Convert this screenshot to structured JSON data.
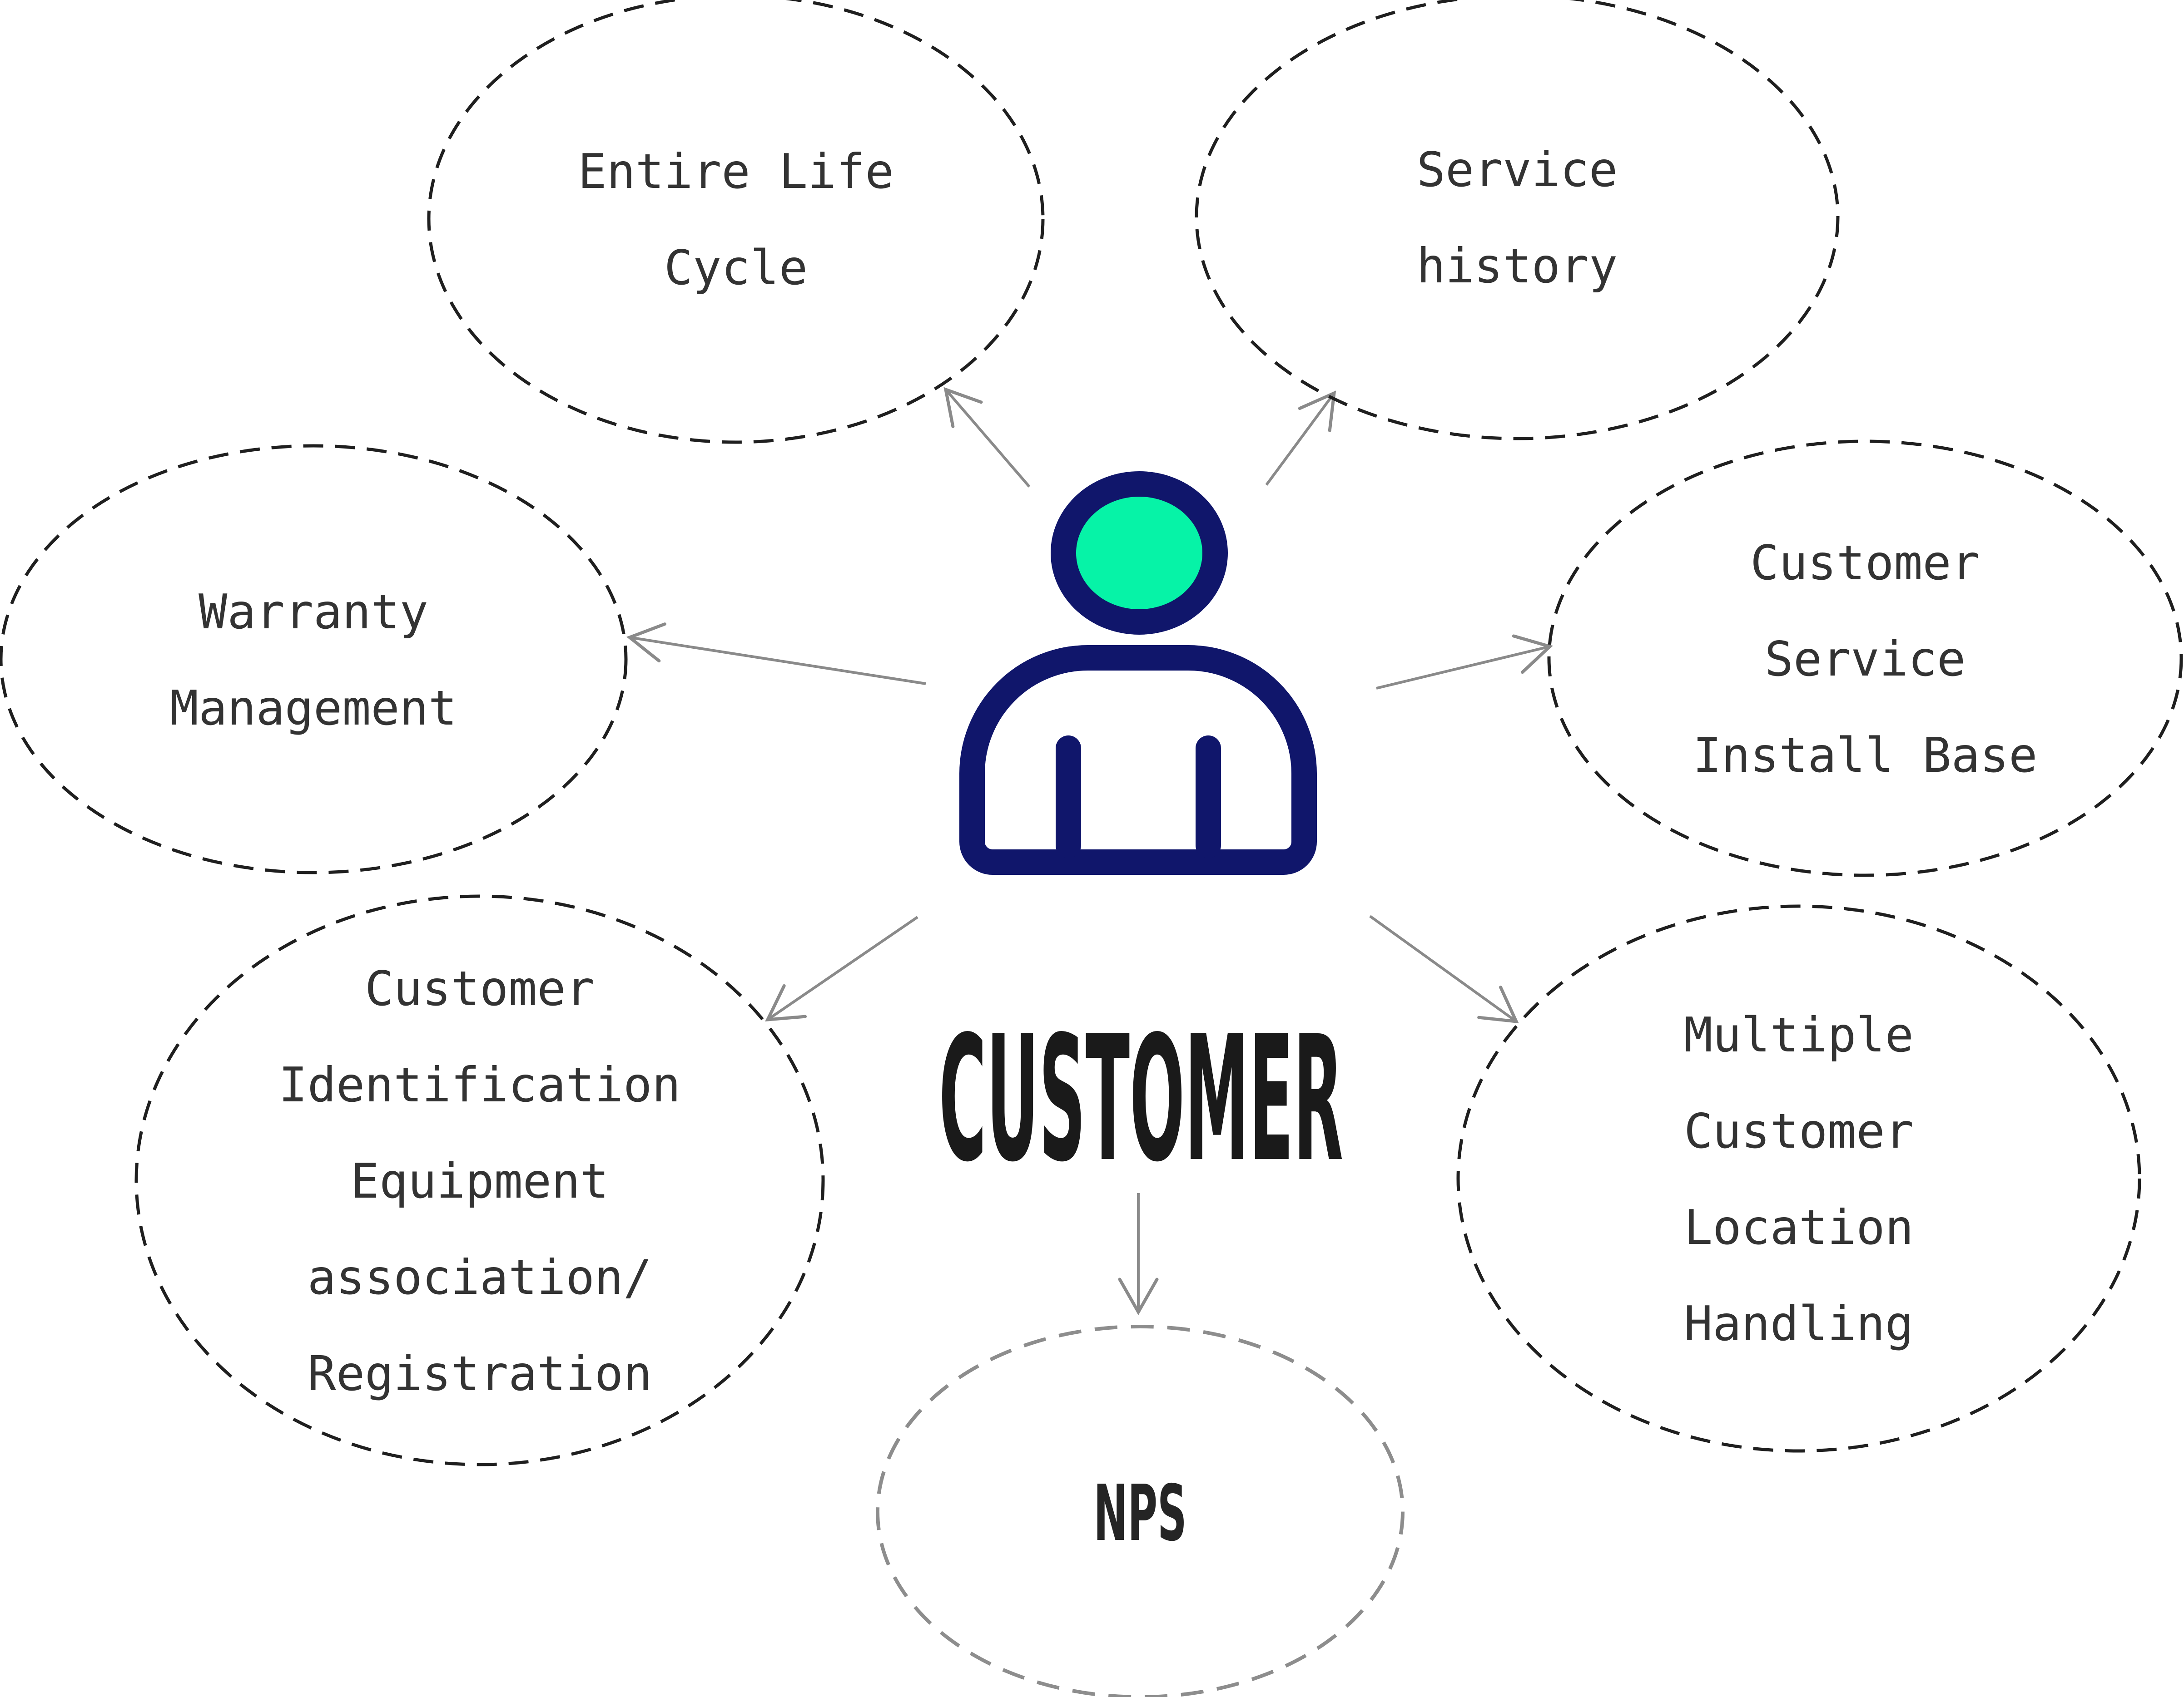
{
  "center": {
    "title": "CUSTOMER",
    "icon": "person-icon"
  },
  "colors": {
    "background": "#ffffff",
    "icon_navy": "#10166b",
    "icon_head_green": "#06f3a7",
    "ellipse_stroke": "#1f1f1f",
    "nps_ellipse_stroke": "#8d8d8d",
    "arrow_gray": "#8a8a8a",
    "label_text": "#333333",
    "title_text": "#1a1a1a"
  },
  "nodes": [
    {
      "id": "entire-life-cycle",
      "lines": [
        "Entire Life",
        "Cycle"
      ]
    },
    {
      "id": "service-history",
      "lines": [
        "Service",
        "history"
      ]
    },
    {
      "id": "warranty-management",
      "lines": [
        "Warranty",
        "Management"
      ]
    },
    {
      "id": "customer-service-install-base",
      "lines": [
        "Customer",
        "Service",
        "Install Base"
      ]
    },
    {
      "id": "customer-identification-equipment-association-registration",
      "lines": [
        "Customer",
        "Identification",
        "Equipment",
        "association/",
        "Registration"
      ]
    },
    {
      "id": "multiple-customer-location-handling",
      "lines": [
        "Multiple",
        "Customer",
        "Location",
        "Handling"
      ]
    },
    {
      "id": "nps",
      "lines": [
        "NPS"
      ]
    }
  ]
}
